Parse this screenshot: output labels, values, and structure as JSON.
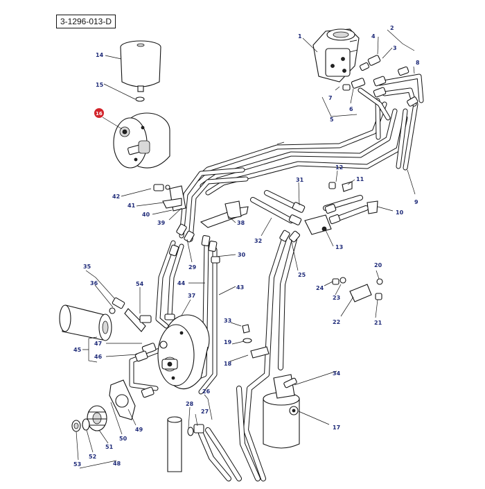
{
  "diagram": {
    "reference_code": "3-1296-013-D",
    "highlighted_part": "16",
    "colors": {
      "label": "#1e2a78",
      "highlight": "#d2232a",
      "line": "#111111"
    },
    "callouts": [
      "1",
      "2",
      "3",
      "4",
      "5",
      "6",
      "7",
      "8",
      "9",
      "10",
      "11",
      "12",
      "13",
      "14",
      "15",
      "16",
      "17",
      "18",
      "19",
      "20",
      "21",
      "22",
      "23",
      "24",
      "25",
      "26",
      "27",
      "28",
      "29",
      "30",
      "31",
      "32",
      "33",
      "34",
      "35",
      "36",
      "37",
      "38",
      "39",
      "40",
      "41",
      "42",
      "43",
      "44",
      "45",
      "46",
      "47",
      "48",
      "49",
      "50",
      "51",
      "52",
      "53",
      "54"
    ]
  }
}
